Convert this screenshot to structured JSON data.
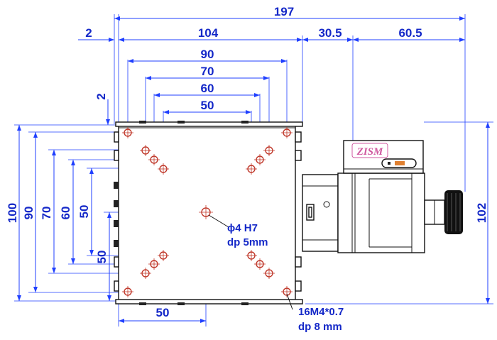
{
  "colors": {
    "dimension": "#1f3fff",
    "text": "#1428c8",
    "outline": "#111111",
    "hole": "#c0392b",
    "logo": "#d05aa0"
  },
  "dimensions": {
    "overall_width": "197",
    "offset_left": "2",
    "stage_width": "104",
    "motor_gap": "30.5",
    "motor_length": "60.5",
    "hole_90": "90",
    "hole_70": "70",
    "hole_60": "60",
    "hole_50": "50",
    "offset_top": "2",
    "height_100": "100",
    "v_90": "90",
    "v_70": "70",
    "v_60": "60",
    "v_50": "50",
    "v_50_bottom": "50",
    "bottom_50": "50",
    "height_102": "102"
  },
  "callouts": {
    "center_hole_line1": "ϕ4 H7",
    "center_hole_line2": "dp 5mm",
    "tapped_line1": "16M4*0.7",
    "tapped_line2": "dp 8 mm"
  },
  "logo": {
    "text": "ZISM"
  }
}
